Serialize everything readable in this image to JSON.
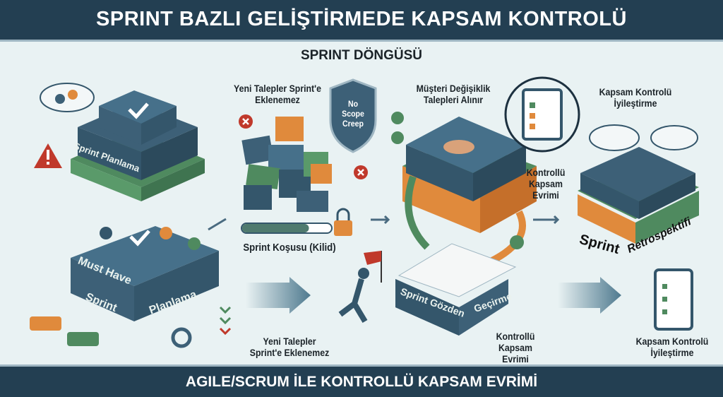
{
  "header": {
    "title": "SPRINT BAZLI GELİŞTİRMEDE KAPSAM KONTROLÜ"
  },
  "subtitle": "SPRINT DÖNGÜSÜ",
  "footer": {
    "title": "AGILE/SCRUM İLE KONTROLLÜ KAPSAM EVRİMİ"
  },
  "labels": {
    "sprint_planlama_block": "Sprint Planlama",
    "no_new_requests_top": "Yeni Talepler Sprint'e Eklenemez",
    "shield": "No Scope Creep",
    "customer_requests": "Müşteri Değişiklik Talepleri Alınır",
    "controlled_evolution_mid": "Kontrollü Kapsam Evrimi",
    "improvement_top": "Kapsam Kontrolü İyileştirme",
    "must_have": "Must Have",
    "sprint": "Sprint",
    "planlama": "Planlama",
    "sprint_run": "Sprint Koşusu (Kilid)",
    "no_new_requests_bottom": "Yeni Talepler Sprint'e Eklenemez",
    "sprint_review_1": "Sprint Gözden",
    "sprint_review_2": "Geçirme",
    "controlled_evolution_bottom": "Kontrollü Kapsam Evrimi",
    "retro_1": "Sprint",
    "retro_2": "Retrospektifi",
    "improvement_bottom": "Kapsam Kontrolü İyileştirme"
  },
  "sprint_run_progress": 0.75,
  "colors": {
    "navy": "#233f52",
    "block": "#3d6077",
    "green": "#4f8a5f",
    "orange": "#e08a3c",
    "red": "#c0392b",
    "background": "#e9f2f3"
  }
}
